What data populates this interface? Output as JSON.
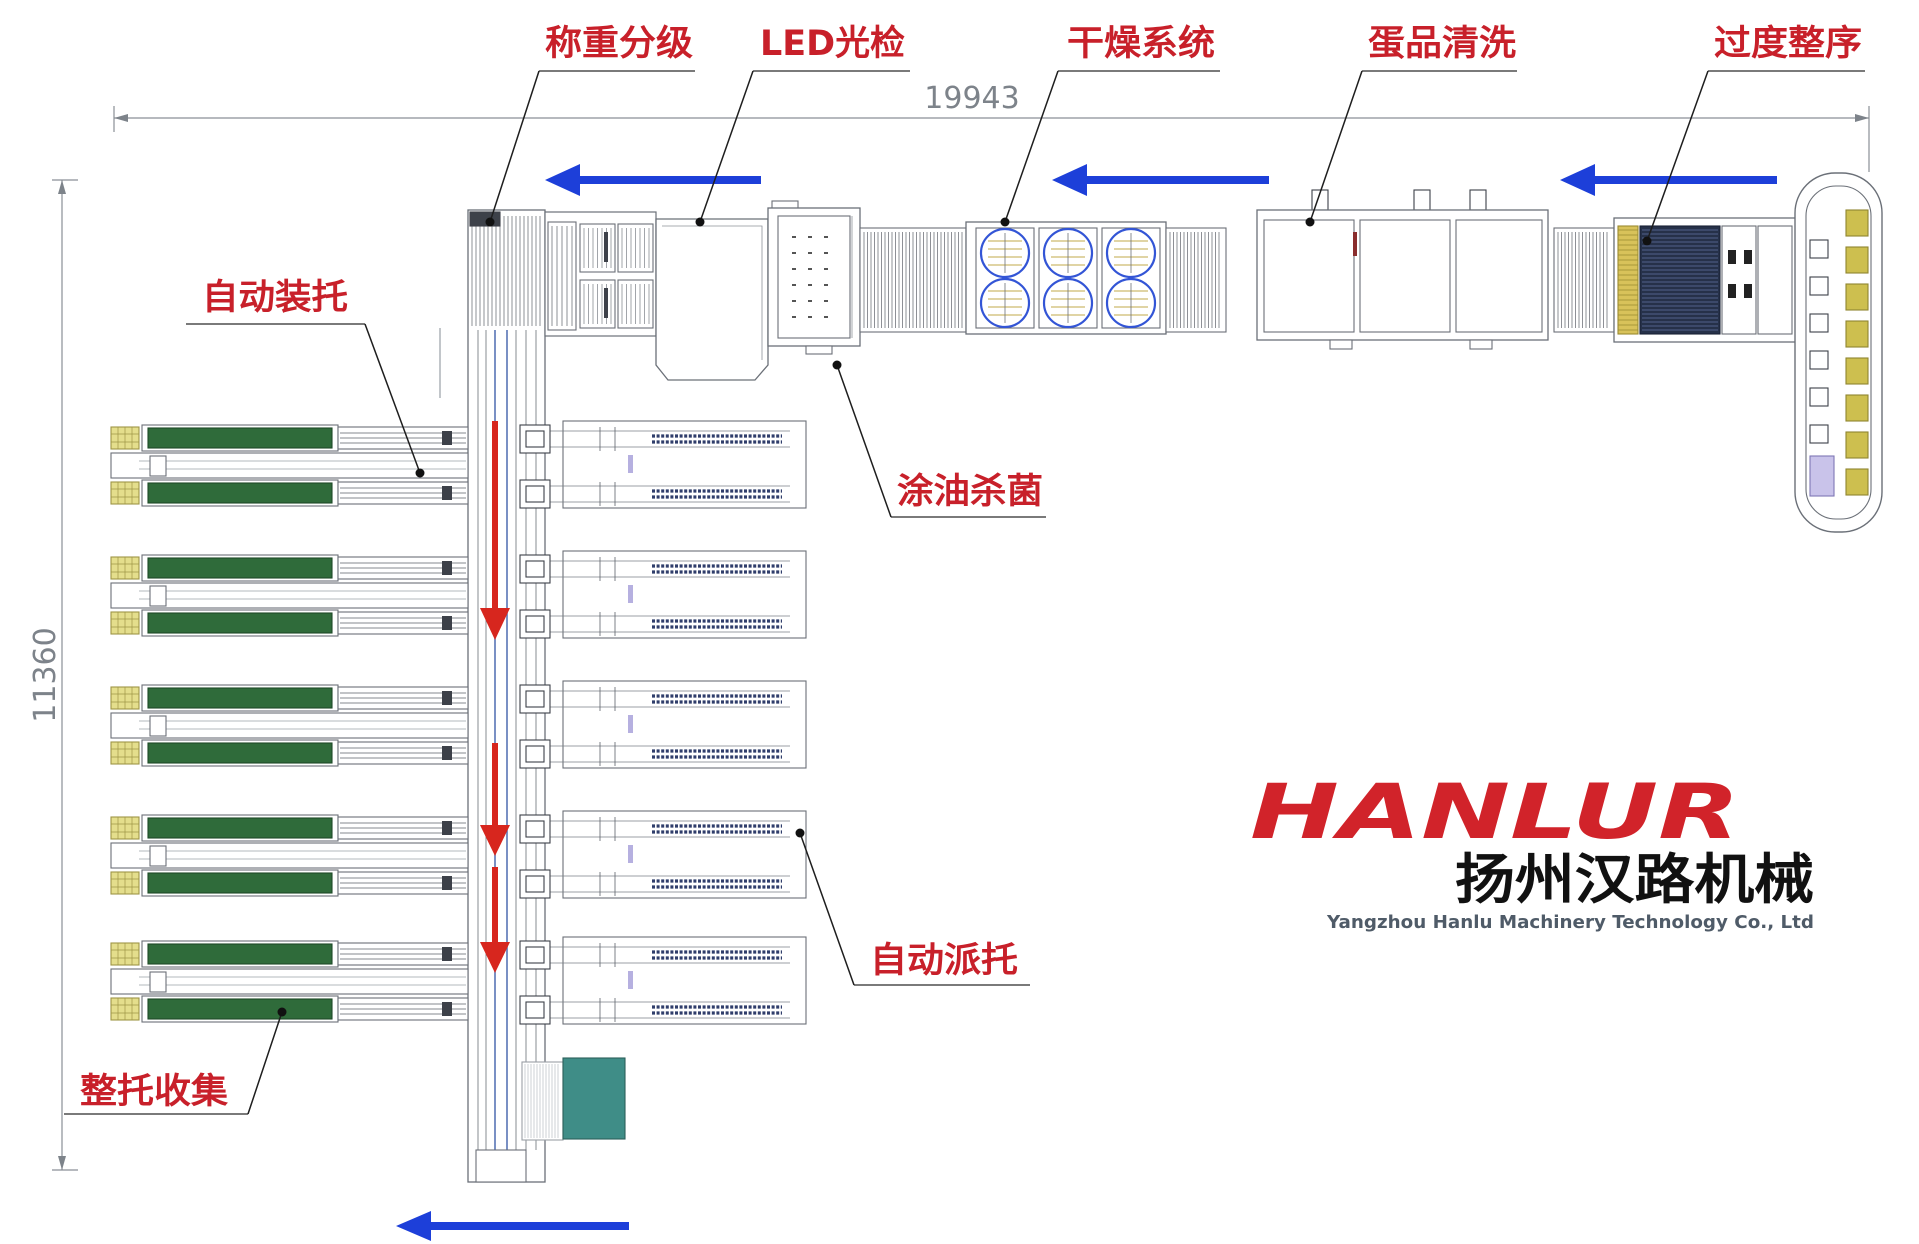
{
  "dimensions": {
    "overall_length": "19943",
    "overall_width": "11360"
  },
  "stations": {
    "weighing_grading": "称重分级",
    "led_inspection": "LED光检",
    "drying_system": "干燥系统",
    "egg_washing": "蛋品清洗",
    "transition_sorting": "过度整序",
    "auto_tray_loading": "自动装托",
    "oiling_sterilization": "涂油杀菌",
    "auto_tray_dispensing": "自动派托",
    "full_tray_collection": "整托收集"
  },
  "brand": {
    "logo": "HANLUR",
    "name_cn": "扬州汉路机械",
    "name_en": "Yangzhou Hanlu Machinery Technology Co., Ltd"
  },
  "colors": {
    "label_red": "#c8202a",
    "logo_red": "#d1232a",
    "flow_blue": "#1d3fd9",
    "flow_red": "#d7261e",
    "pallet_green": "#2f6b3a",
    "stacker_teal": "#3f8d87",
    "dryer_blue": "#3355d6",
    "dimension_gray": "#7d838a",
    "brand_black": "#111111",
    "brand_en_gray": "#4f5b68",
    "leader_black": "#111111"
  }
}
